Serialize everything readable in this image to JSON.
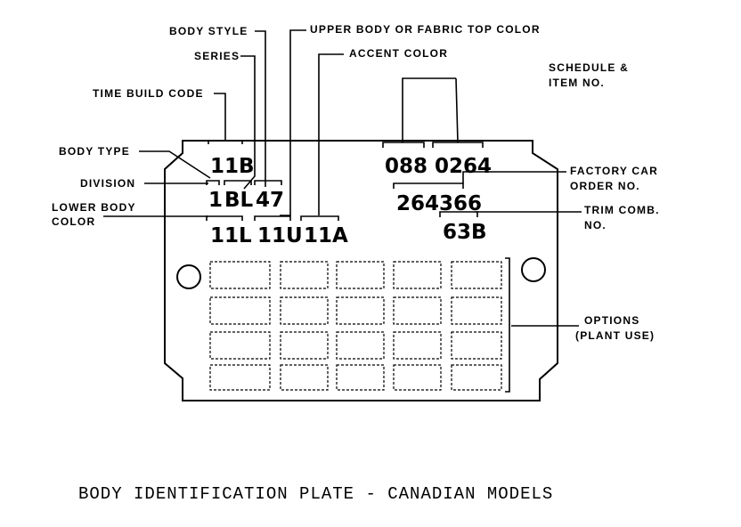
{
  "labels": {
    "body_style": "BODY STYLE",
    "upper_body": "UPPER BODY OR FABRIC TOP COLOR",
    "series": "SERIES",
    "accent_color": "ACCENT COLOR",
    "time_build_code": "TIME BUILD CODE",
    "schedule_1": "SCHEDULE &",
    "schedule_2": "ITEM NO.",
    "body_type": "BODY TYPE",
    "division": "DIVISION",
    "lower_body_1": "LOWER BODY",
    "lower_body_2": "COLOR",
    "factory_1": "FACTORY CAR",
    "factory_2": "ORDER NO.",
    "trim_1": "TRIM COMB.",
    "trim_2": "NO.",
    "options_1": "OPTIONS",
    "options_2": "(PLANT USE)"
  },
  "codes": {
    "time_build": "11B",
    "division": "1",
    "series": "BL",
    "body_style": "47",
    "lower_body": "11L",
    "upper_body": "11U",
    "accent": "11A",
    "schedule": "088",
    "item": "0264",
    "factory_order": "264366",
    "trim": "63B"
  },
  "caption": "BODY IDENTIFICATION PLATE - CANADIAN MODELS"
}
